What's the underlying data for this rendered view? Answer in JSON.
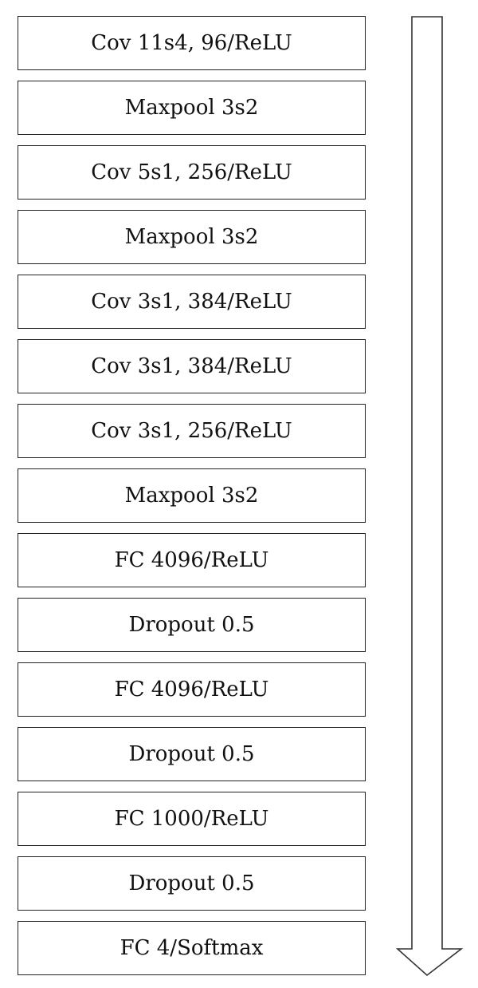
{
  "layers": [
    {
      "label": "Cov 11s4, 96/ReLU"
    },
    {
      "label": "Maxpool 3s2"
    },
    {
      "label": "Cov 5s1, 256/ReLU"
    },
    {
      "label": "Maxpool 3s2"
    },
    {
      "label": "Cov 3s1, 384/ReLU"
    },
    {
      "label": "Cov 3s1, 384/ReLU"
    },
    {
      "label": "Cov 3s1, 256/ReLU"
    },
    {
      "label": "Maxpool 3s2"
    },
    {
      "label": "FC 4096/ReLU"
    },
    {
      "label": "Dropout 0.5"
    },
    {
      "label": "FC 4096/ReLU"
    },
    {
      "label": "Dropout 0.5"
    },
    {
      "label": "FC 1000/ReLU"
    },
    {
      "label": "Dropout 0.5"
    },
    {
      "label": "FC 4/Softmax"
    }
  ],
  "arrow": {
    "icon": "down-arrow-icon",
    "direction": "down",
    "stroke_color": "#333333",
    "fill_color": "#ffffff"
  },
  "colors": {
    "box_border": "#222222",
    "text": "#111111",
    "background": "#ffffff"
  }
}
